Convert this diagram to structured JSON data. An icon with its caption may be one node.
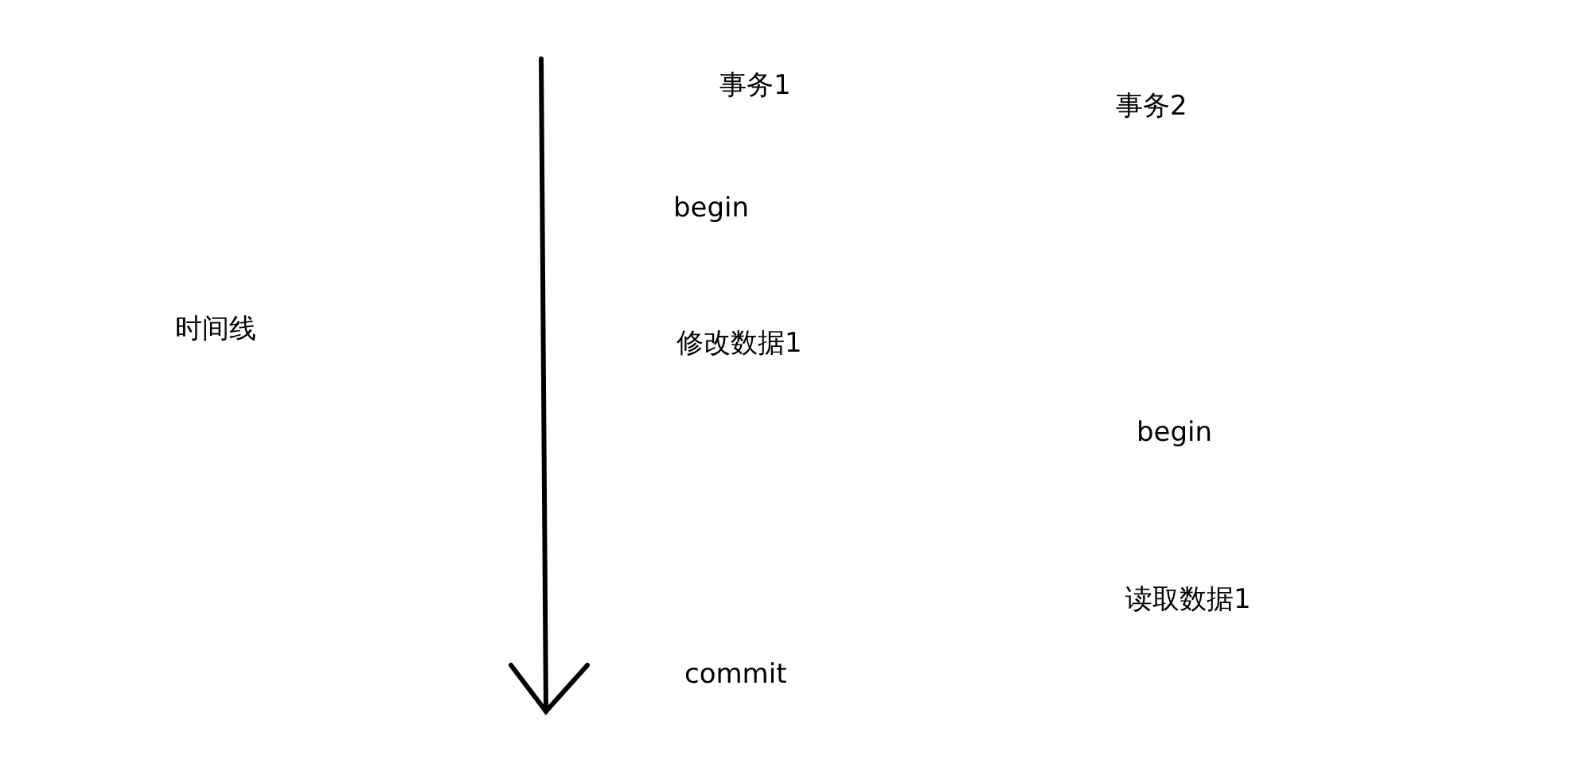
{
  "diagram": {
    "labels": [
      "事务1",
      "事务2",
      "begin",
      "时间线",
      "修改数据1",
      "begin",
      "读取数据1",
      "commit"
    ]
  }
}
